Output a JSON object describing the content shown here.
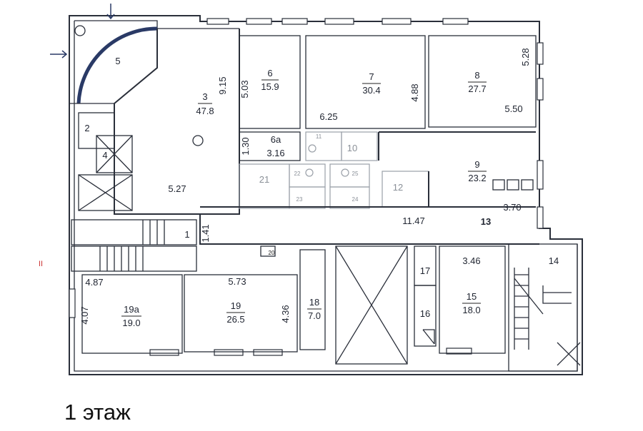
{
  "plan": {
    "floor_label": "1 этаж",
    "section_mark": "II",
    "rooms": {
      "r1": "1",
      "r2": "2",
      "r3": {
        "num": "3",
        "area": "47.8"
      },
      "r4": "4",
      "r5": "5",
      "r6": {
        "num": "6",
        "area": "15.9"
      },
      "r6a": {
        "num": "6а",
        "area": "3.16"
      },
      "r7": {
        "num": "7",
        "area": "30.4"
      },
      "r8": {
        "num": "8",
        "area": "27.7"
      },
      "r9": {
        "num": "9",
        "area": "23.2"
      },
      "r10": "10",
      "r11": "11",
      "r12": "12",
      "r13": "13",
      "r14": "14",
      "r15": {
        "num": "15",
        "area": "18.0"
      },
      "r16": "16",
      "r17": "17",
      "r18": {
        "num": "18",
        "area": "7.0"
      },
      "r19": {
        "num": "19",
        "area": "26.5"
      },
      "r19a": {
        "num": "19а",
        "area": "19.0"
      },
      "r20": "20",
      "r21": "21",
      "r22": "22",
      "r23": "23",
      "r24": "24",
      "r25": "25"
    },
    "dimensions": {
      "d915": "9.15",
      "d503": "5.03",
      "d625": "6.25",
      "d488": "4.88",
      "d528": "5.28",
      "d550": "5.50",
      "d130": "1.30",
      "d527": "5.27",
      "d1147": "11.47",
      "d370": "3.70",
      "d141": "1.41",
      "d487": "4.87",
      "d573": "5.73",
      "d407": "4.07",
      "d436": "4.36",
      "d346": "3.46"
    }
  }
}
